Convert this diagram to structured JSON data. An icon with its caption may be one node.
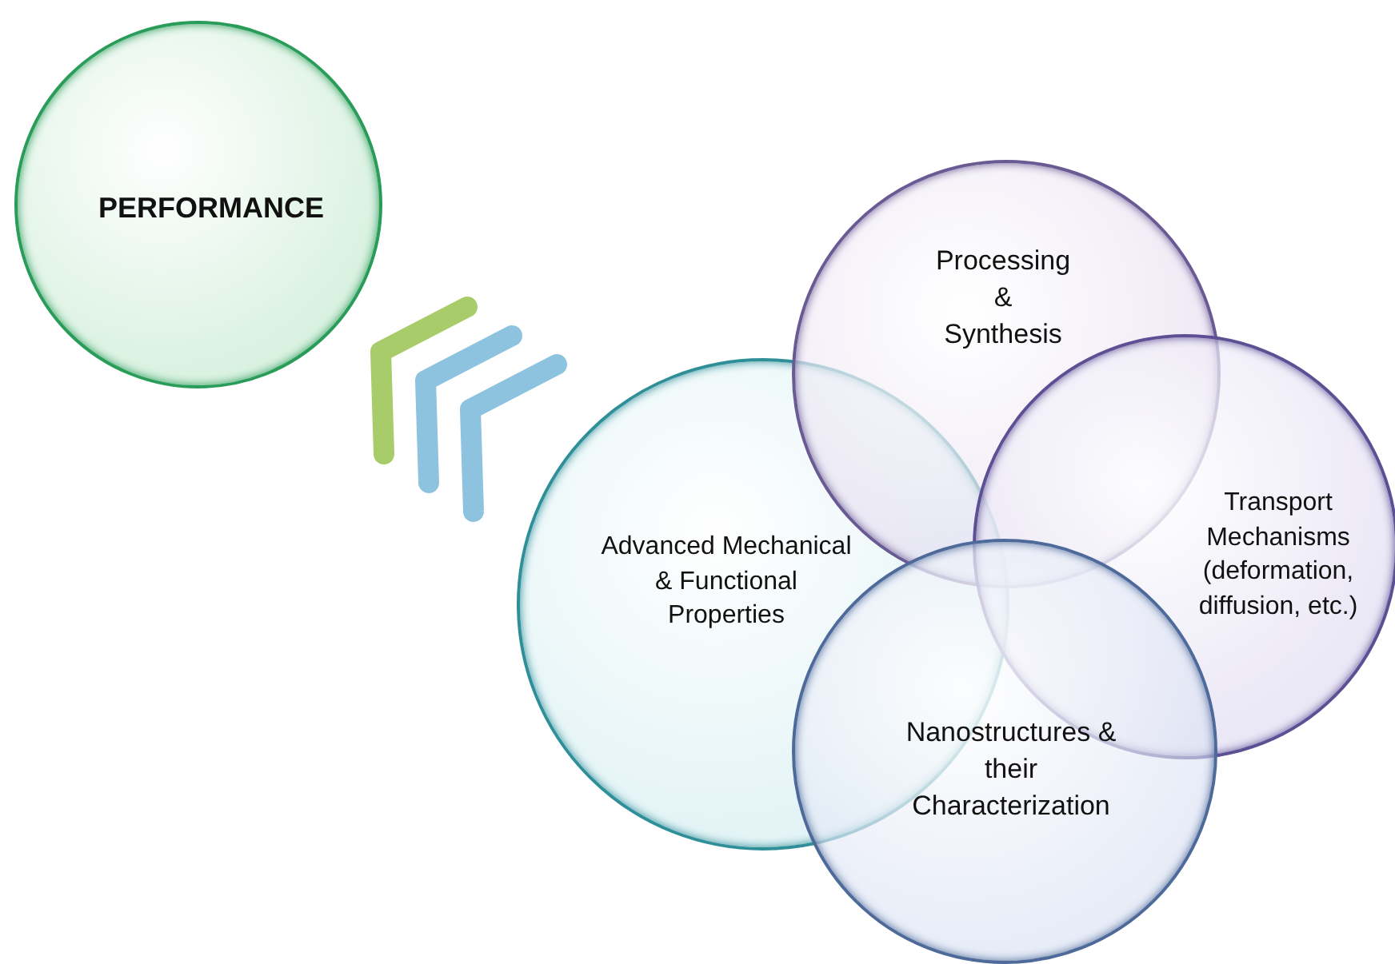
{
  "diagram": {
    "nodes": [
      {
        "text": [
          "PERFORMANCE"
        ]
      },
      {
        "text": [
          "Advanced Mechanical & Functional Properties"
        ]
      },
      {
        "text": [
          "Processing & Synthesis"
        ]
      },
      {
        "text": [
          "Transport Mechanisms (deformation, diffusion, etc.)"
        ]
      },
      {
        "text": [
          "Nanostructures & their Characterization"
        ]
      }
    ],
    "edges": [
      {
        "from": 1,
        "to": 0,
        "arrow": "to"
      }
    ]
  }
}
